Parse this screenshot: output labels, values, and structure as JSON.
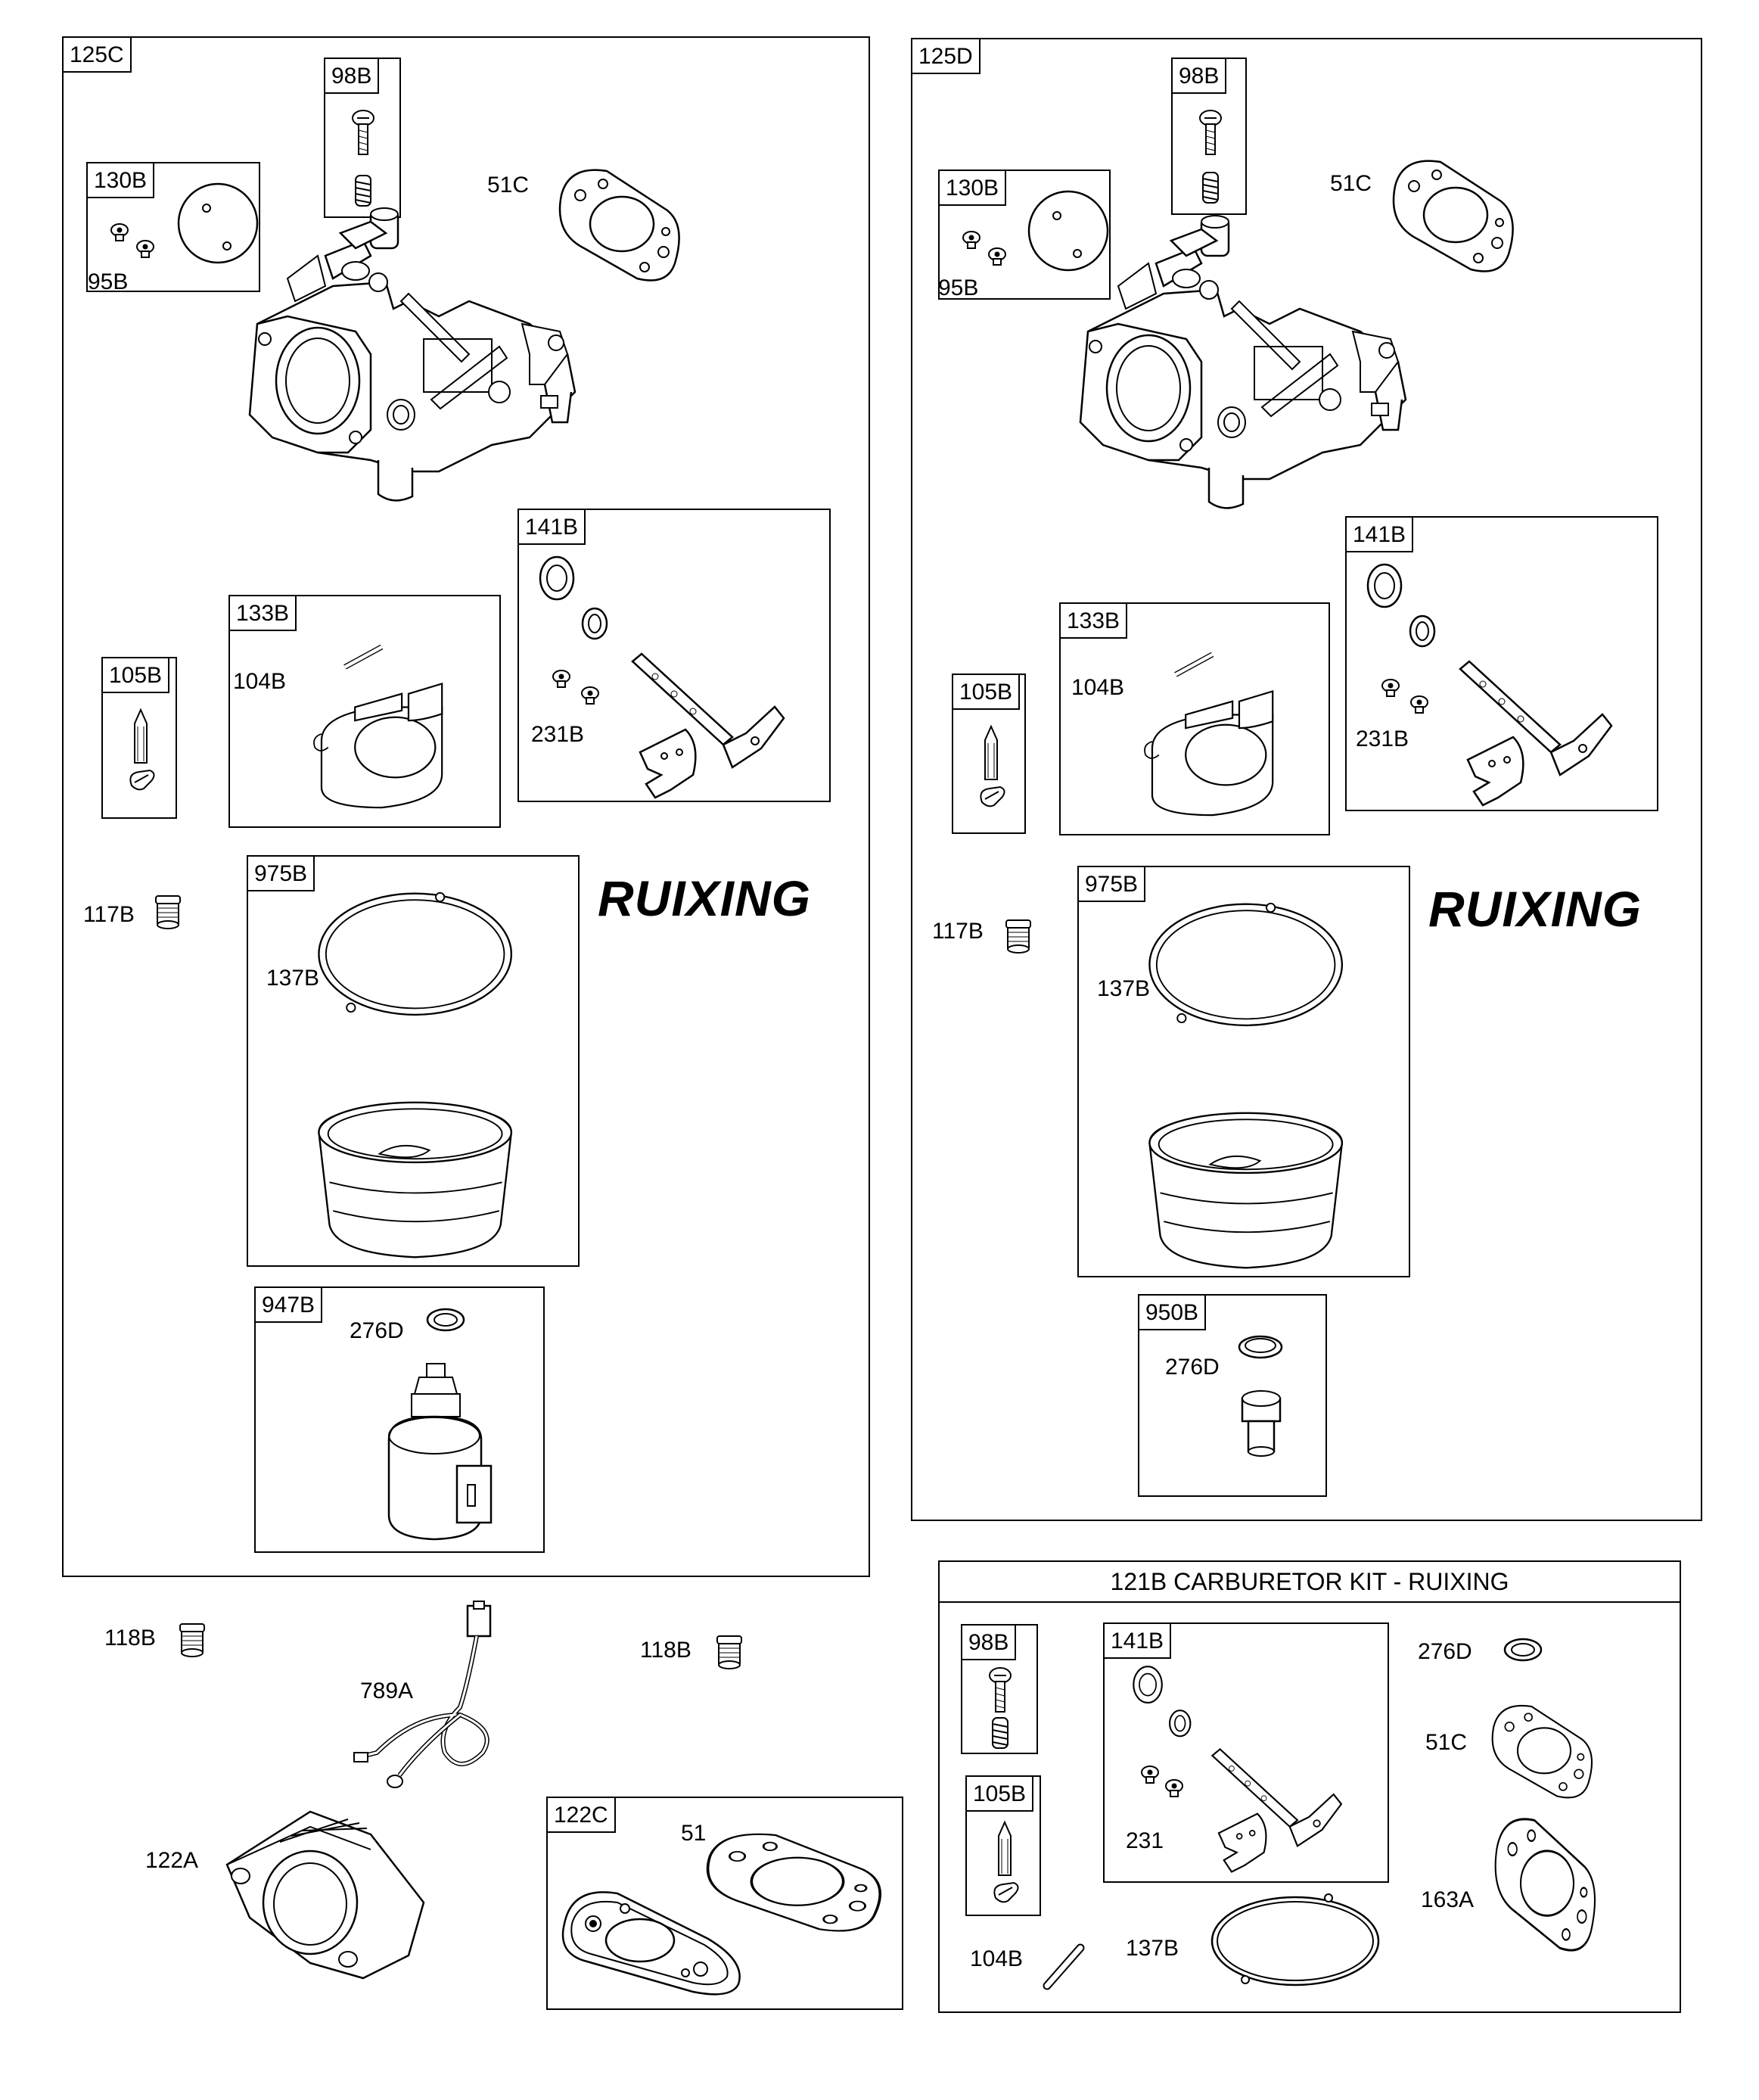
{
  "panel_left": {
    "title": "125C",
    "brand": "RUIXING",
    "labels": {
      "p98B": "98B",
      "p130B": "130B",
      "p95B": "95B",
      "p51C": "51C",
      "p133B": "133B",
      "p104B": "104B",
      "p141B": "141B",
      "p231B": "231B",
      "p105B": "105B",
      "p117B": "117B",
      "p975B": "975B",
      "p137B": "137B",
      "p947B": "947B",
      "p276D": "276D"
    }
  },
  "panel_right": {
    "title": "125D",
    "brand": "RUIXING",
    "labels": {
      "p98B": "98B",
      "p130B": "130B",
      "p95B": "95B",
      "p51C": "51C",
      "p133B": "133B",
      "p104B": "104B",
      "p141B": "141B",
      "p231B": "231B",
      "p105B": "105B",
      "p117B": "117B",
      "p975B": "975B",
      "p137B": "137B",
      "p950B": "950B",
      "p276D": "276D"
    }
  },
  "loose_parts": {
    "p118B_left": "118B",
    "p118B_right": "118B",
    "p789A": "789A",
    "p122A": "122A",
    "p122C": "122C",
    "p51": "51"
  },
  "kit": {
    "title": "121B CARBURETOR KIT - RUIXING",
    "labels": {
      "p98B": "98B",
      "p141B": "141B",
      "p276D": "276D",
      "p51C": "51C",
      "p105B": "105B",
      "p231": "231",
      "p163A": "163A",
      "p104B": "104B",
      "p137B": "137B"
    }
  },
  "icons": [
    "carburetor-body",
    "screw",
    "spring",
    "gasket",
    "float",
    "float-bowl",
    "solenoid",
    "throttle-shaft",
    "needle-valve",
    "plug",
    "wire-harness",
    "spacer",
    "o-ring",
    "washer"
  ]
}
